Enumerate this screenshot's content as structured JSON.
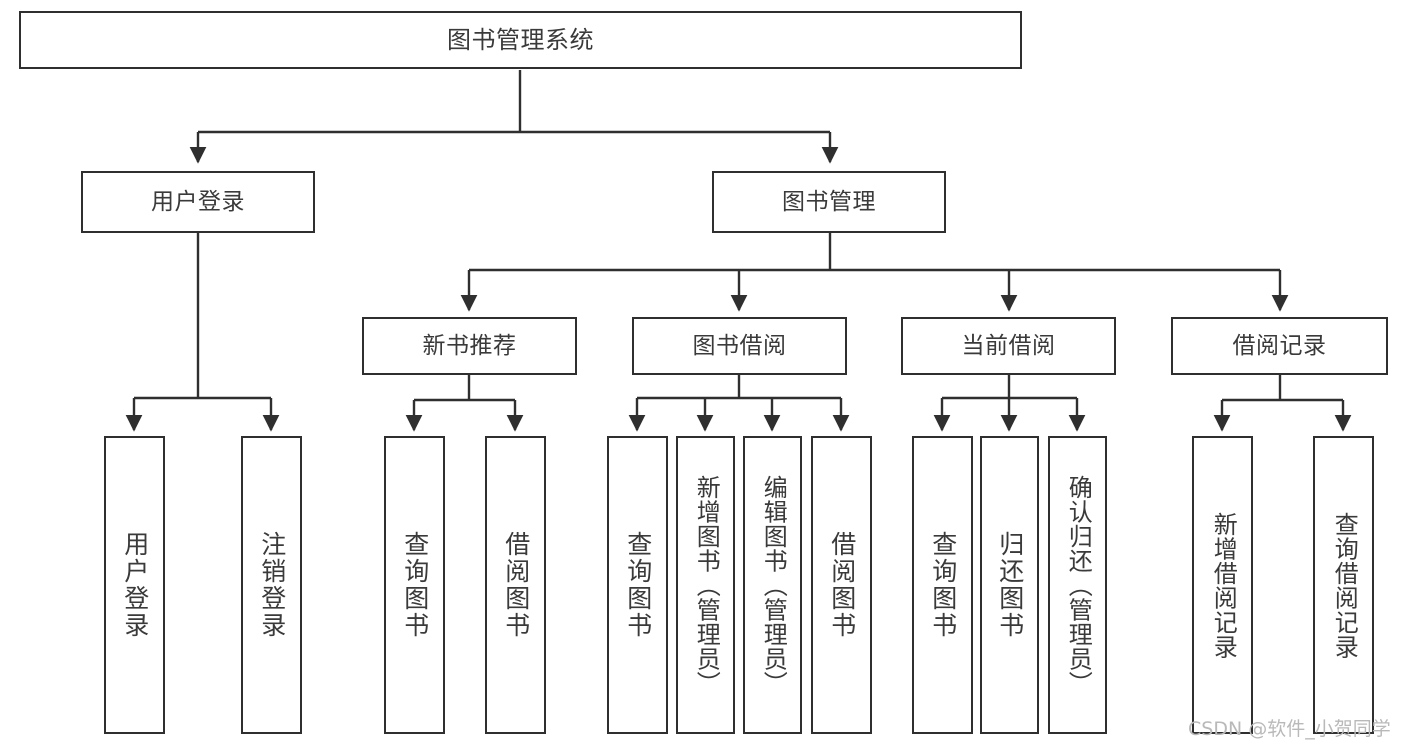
{
  "diagram": {
    "title": "图书管理系统",
    "root": {
      "label": "图书管理系统"
    },
    "level1": [
      {
        "label": "用户登录"
      },
      {
        "label": "图书管理"
      }
    ],
    "level2": [
      {
        "label": "新书推荐"
      },
      {
        "label": "图书借阅"
      },
      {
        "label": "当前借阅"
      },
      {
        "label": "借阅记录"
      }
    ],
    "leaves": {
      "user_login": [
        {
          "label": "用户登录"
        },
        {
          "label": "注销登录"
        }
      ],
      "new_book_recommend": [
        {
          "label": "查询图书"
        },
        {
          "label": "借阅图书"
        }
      ],
      "book_borrow": [
        {
          "label": "查询图书"
        },
        {
          "label": "新增图书（管理员）"
        },
        {
          "label": "编辑图书（管理员）"
        },
        {
          "label": "借阅图书"
        }
      ],
      "current_borrow": [
        {
          "label": "查询图书"
        },
        {
          "label": "归还图书"
        },
        {
          "label": "确认归还（管理员）"
        }
      ],
      "borrow_record": [
        {
          "label": "新增借阅记录"
        },
        {
          "label": "查询借阅记录"
        }
      ]
    },
    "watermark": "CSDN @软件_小贺同学",
    "colors": {
      "border": "#2f2f2f",
      "text": "#3a3a3a",
      "background": "#ffffff",
      "connector": "#2f2f2f",
      "watermark": "#b9b9b9"
    }
  }
}
